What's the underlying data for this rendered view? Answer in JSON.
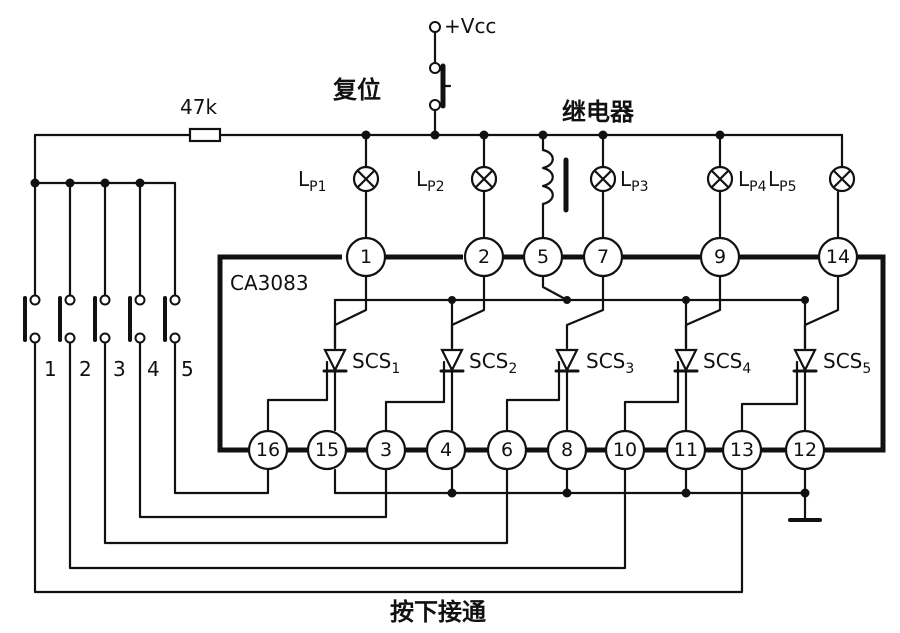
{
  "supply_label": "+Vcc",
  "reset_label": "复位",
  "resistor_label": "47k",
  "relay_label": "继电器",
  "ic_label": "CA3083",
  "press_label": "按下接通",
  "lamps": [
    {
      "main": "L",
      "sub": "P1"
    },
    {
      "main": "L",
      "sub": "P2"
    },
    {
      "main": "L",
      "sub": "P3"
    },
    {
      "main": "L",
      "sub": "P4"
    },
    {
      "main": "L",
      "sub": "P5"
    }
  ],
  "scs": [
    {
      "main": "SCS",
      "sub": "1"
    },
    {
      "main": "SCS",
      "sub": "2"
    },
    {
      "main": "SCS",
      "sub": "3"
    },
    {
      "main": "SCS",
      "sub": "4"
    },
    {
      "main": "SCS",
      "sub": "5"
    }
  ],
  "top_pins": [
    "1",
    "2",
    "5",
    "7",
    "9",
    "14"
  ],
  "bottom_pins": [
    "16",
    "15",
    "3",
    "4",
    "6",
    "8",
    "10",
    "11",
    "13",
    "12"
  ],
  "switch_numbers": [
    "1",
    "2",
    "3",
    "4",
    "5"
  ]
}
